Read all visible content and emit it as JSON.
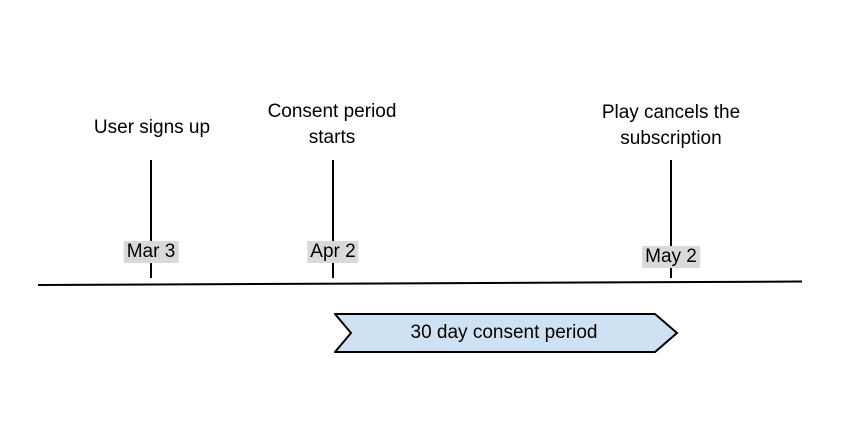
{
  "timeline": {
    "events": [
      {
        "label": "User signs up",
        "date": "Mar 3"
      },
      {
        "label": "Consent period starts",
        "date": "Apr 2"
      },
      {
        "label": "Play cancels the subscription",
        "date": "May 2"
      }
    ],
    "banner": {
      "label": "30 day consent period"
    },
    "colors": {
      "banner_fill": "#cfe2f3",
      "banner_border": "#000000",
      "date_label_bg": "#d9d9d9",
      "line": "#000000",
      "text": "#000000",
      "background": "#ffffff"
    }
  }
}
